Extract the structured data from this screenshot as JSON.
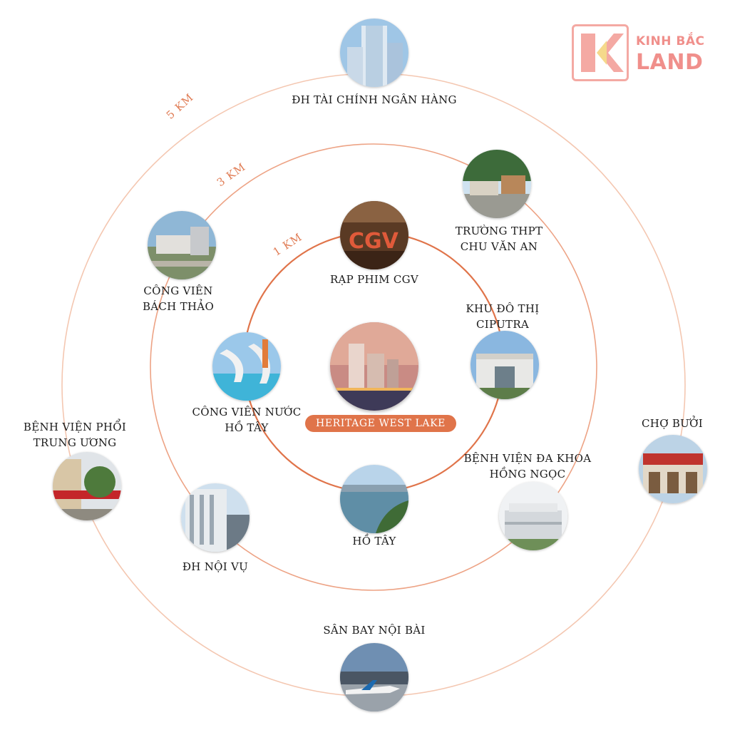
{
  "brand": {
    "line1": "KINH BẮC",
    "line2": "LAND"
  },
  "colors": {
    "ring": "#f2c0a8",
    "inner_ring": "#e0744a",
    "accent": "#e07b53",
    "badge": "#e0744a",
    "logo": "#f08f8b"
  },
  "rings": {
    "km1": "1 KM",
    "km3": "3 KM",
    "km5": "5 KM"
  },
  "center": {
    "label": "HERITAGE WEST LAKE",
    "photo": "heritage-tower-photo"
  },
  "places": {
    "tai_chinh": {
      "label": "ĐH TÀI CHÍNH NGÂN HÀNG",
      "photo": "office-tower-photo"
    },
    "chu_van_an": {
      "label": "TRƯỜNG THPT\nCHU VĂN AN",
      "photo": "school-gate-photo"
    },
    "cgv": {
      "label": "RẠP PHIM CGV",
      "photo": "cgv-cinema-photo"
    },
    "bach_thao": {
      "label": "CÔNG VIÊN\nBÁCH THẢO",
      "photo": "park-aerial-photo"
    },
    "ciputra": {
      "label": "KHU ĐÔ THỊ\nCIPUTRA",
      "photo": "ciputra-gate-photo"
    },
    "nuoc_ho_tay": {
      "label": "CÔNG VIÊN NƯỚC\nHỒ TÂY",
      "photo": "water-park-photo"
    },
    "cho_buoi": {
      "label": "CHỢ BƯỞI",
      "photo": "market-photo"
    },
    "phoi": {
      "label": "BỆNH VIỆN PHỔI\nTRUNG ƯƠNG",
      "photo": "hospital-building-photo"
    },
    "hong_ngoc": {
      "label": "BỆNH VIỆN ĐA KHOA\nHỒNG NGỌC",
      "photo": "hospital-aerial-photo"
    },
    "ho_tay": {
      "label": "HỒ TÂY",
      "photo": "lake-photo"
    },
    "noi_vu": {
      "label": "ĐH NỘI VỤ",
      "photo": "university-building-photo"
    },
    "noi_bai": {
      "label": "SÂN BAY NỘI BÀI",
      "photo": "airport-photo"
    }
  }
}
